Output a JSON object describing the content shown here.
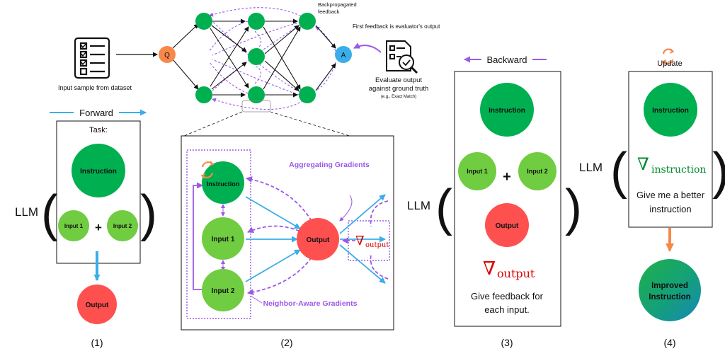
{
  "top": {
    "node_q": "Q",
    "node_a": "A",
    "input_label": "Input sample from dataset",
    "backprop_line1": "Backpropagated",
    "backprop_line2": "feedback",
    "first_feedback": "First feedback is evaluator's output",
    "evaluate_line1": "Evaluate output",
    "evaluate_line2": "against ground truth",
    "evaluate_line3": "(e.g., Exact Match)"
  },
  "panel1": {
    "arrow_label": "Forward",
    "llm": "LLM",
    "task": "Task:",
    "instruction": "Instruction",
    "input1": "Input 1",
    "plus": "+",
    "input2": "Input 2",
    "output": "Output",
    "caption": "(1)"
  },
  "panel2": {
    "aggregating": "Aggregating Gradients",
    "neighbor": "Neighbor-Aware Gradients",
    "instruction": "Instruction",
    "input1": "Input 1",
    "input2": "Input 2",
    "output": "Output",
    "grad_symbol": "∇",
    "grad_sub": "output",
    "caption": "(2)"
  },
  "panel3": {
    "arrow_label": "Backward",
    "llm": "LLM",
    "instruction": "Instruction",
    "input1": "Input 1",
    "plus": "+",
    "input2": "Input 2",
    "output": "Output",
    "grad_symbol": "∇",
    "grad_sub": "output",
    "feedback_line1": "Give feedback for",
    "feedback_line2": "each input.",
    "caption": "(3)"
  },
  "panel4": {
    "arrow_label": "Update",
    "llm": "LLM",
    "instruction": "Instruction",
    "grad_symbol": "∇",
    "grad_sub": "instruction",
    "prompt_line1": "Give me a better",
    "prompt_line2": "instruction",
    "improved_line1": "Improved",
    "improved_line2": "Instruction",
    "caption": "(4)"
  },
  "colors": {
    "dark_green": "#00b050",
    "light_green": "#70cc40",
    "red": "#ff5050",
    "orange": "#f6894a",
    "blue": "#3aaee8",
    "purple": "#9b59e8",
    "grad_red": "#e00000",
    "grad_green": "#008a2e"
  }
}
